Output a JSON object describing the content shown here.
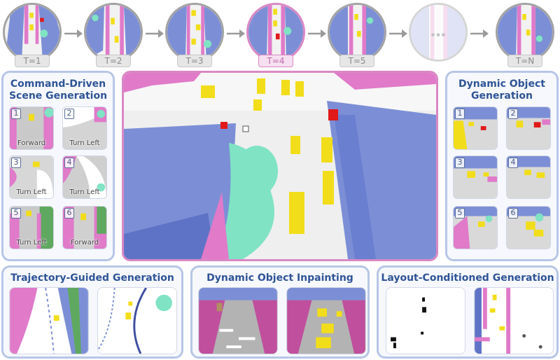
{
  "timeline": {
    "frames": [
      {
        "label": "T=1"
      },
      {
        "label": "T=2"
      },
      {
        "label": "T=3"
      },
      {
        "label": "T=4"
      },
      {
        "label": "T=5"
      },
      {
        "label": ""
      },
      {
        "label": "T=N"
      }
    ]
  },
  "command_panel": {
    "title_line1": "Command-Driven",
    "title_line2": "Scene Generation",
    "items": [
      {
        "num": "1",
        "command": "Forward"
      },
      {
        "num": "2",
        "command": "Turn Left"
      },
      {
        "num": "3",
        "command": "Turn Left"
      },
      {
        "num": "4",
        "command": "Turn Left"
      },
      {
        "num": "5",
        "command": "Turn Left"
      },
      {
        "num": "6",
        "command": "Forward"
      }
    ]
  },
  "dynamic_panel": {
    "title_line1": "Dynamic Object",
    "title_line2": "Generation",
    "items": [
      {
        "num": "1"
      },
      {
        "num": "2"
      },
      {
        "num": "3"
      },
      {
        "num": "4"
      },
      {
        "num": "5"
      },
      {
        "num": "6"
      }
    ]
  },
  "bottom_panels": {
    "trajectory": {
      "title": "Trajectory-Guided Generation"
    },
    "inpainting": {
      "title": "Dynamic Object Inpainting"
    },
    "layout": {
      "title": "Layout-Conditioned Generation"
    }
  },
  "colors": {
    "panel_border": "#b7c6e6",
    "title_blue": "#2f5496",
    "highlight_pink": "#d988c4",
    "road_gray": "#bdbdbd",
    "sidewalk_magenta": "#e07ac9",
    "building_blue": "#7c8fd6",
    "vegetation_green": "#7fe3c4",
    "vehicle_yellow": "#f2dd1a",
    "object_red": "#e11919"
  }
}
